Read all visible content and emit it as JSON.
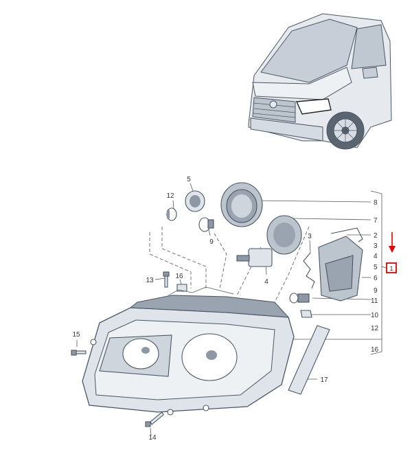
{
  "colors": {
    "line": "#4a5563",
    "text": "#333333",
    "part_fill": "#dfe4ea",
    "part_fill_dark": "#8e98a5",
    "highlight": "#e00000"
  },
  "vehicle": {
    "icon": "van-front-icon"
  },
  "callouts": {
    "1": "1",
    "2": "2",
    "3": "3",
    "4": "4",
    "5": "5",
    "6": "6",
    "7": "7",
    "8": "8",
    "9": "9",
    "10": "10",
    "11": "11",
    "12": "12",
    "13": "13",
    "14": "14",
    "15": "15",
    "16": "16",
    "17": "17"
  },
  "highlight": {
    "callout": "1",
    "arrow_icon": "arrow-down-icon",
    "box_icon": "highlight-box-icon"
  }
}
